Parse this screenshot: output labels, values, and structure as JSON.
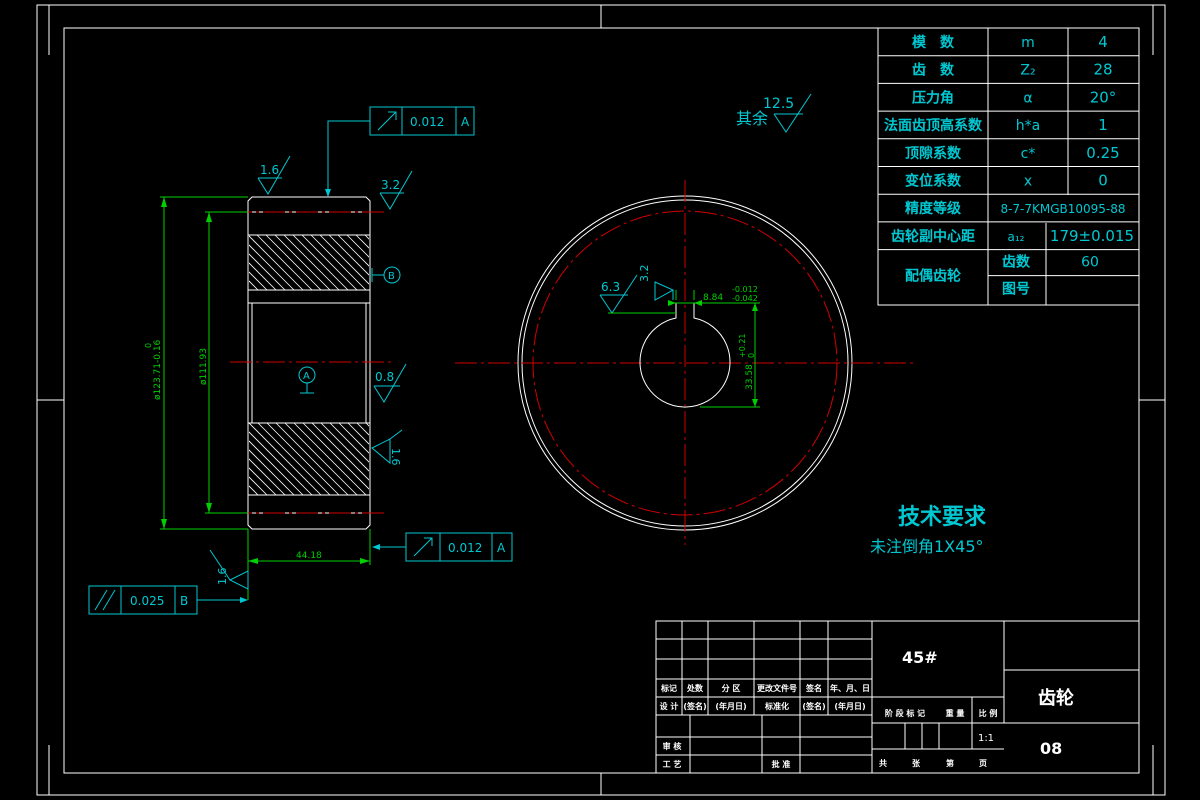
{
  "drawing": {
    "accent_colors": {
      "outline": "#ffffff",
      "dimension": "#00d000",
      "annotation": "#00c8d2",
      "centerline": "#d20000"
    },
    "params_table": [
      {
        "label": "模　数",
        "symbol": "m",
        "value": "4"
      },
      {
        "label": "齿　数",
        "symbol": "Z₂",
        "value": "28"
      },
      {
        "label": "压力角",
        "symbol": "α",
        "value": "20°"
      },
      {
        "label": "法面齿顶高系数",
        "symbol": "h*a",
        "value": "1"
      },
      {
        "label": "顶隙系数",
        "symbol": "c*",
        "value": "0.25"
      },
      {
        "label": "变位系数",
        "symbol": "x",
        "value": "0"
      },
      {
        "label": "精度等级",
        "symbol": "",
        "value": "8-7-7KMGB10095-88"
      },
      {
        "label": "齿轮副中心距",
        "symbol": "a₁₂",
        "value": "179±0.015"
      },
      {
        "label": "配偶齿轮",
        "sub": [
          {
            "label": "齿数",
            "value": "60"
          },
          {
            "label": "图号",
            "value": ""
          }
        ]
      }
    ],
    "roughness": {
      "rest_label": "其余",
      "rest_value": "12.5",
      "top": "1.6",
      "right_top": "3.2",
      "right_mid": "0.8",
      "right_low": "1.6",
      "face": "1.6",
      "keyway_a": "6.3",
      "keyway_b": "3.2"
    },
    "tolerances": {
      "runout_top": {
        "value": "0.012",
        "datum": "A"
      },
      "runout_bottom": {
        "value": "0.012",
        "datum": "A"
      },
      "parallel": {
        "value": "0.025",
        "datum": "B"
      }
    },
    "datums": {
      "a": "A",
      "b": "B"
    },
    "dimensions": {
      "outer_dia": "ø123.71-0.16",
      "outer_dia_upper": "0",
      "root_dia": "ø111.93",
      "width": "44.18",
      "keyway_width": "8.84",
      "keyway_width_tol_upper": "-0.012",
      "keyway_width_tol_lower": "-0.042",
      "keyway_depth": "33.58",
      "keyway_depth_tol_upper": "+0.21",
      "keyway_depth_tol_lower": "0"
    },
    "tech_req": {
      "title": "技术要求",
      "line1": "未注倒角1X45°"
    },
    "title_block": {
      "material": "45#",
      "part_name": "齿轮",
      "drawing_no": "08",
      "scale": "1:1",
      "rev_headers": [
        "标记",
        "处数",
        "分 区",
        "更改文件号",
        "签名",
        "年、月、日"
      ],
      "design": [
        "设 计",
        "(签名)",
        "(年月日)",
        "标准化",
        "(签名)",
        "(年月日)"
      ],
      "stage_headers": [
        "阶 段 标 记",
        "重 量",
        "比 例"
      ],
      "review": "审 核",
      "process": "工 艺",
      "approve": "批 准",
      "sheets": [
        "共",
        "张",
        "第",
        "页"
      ]
    }
  }
}
